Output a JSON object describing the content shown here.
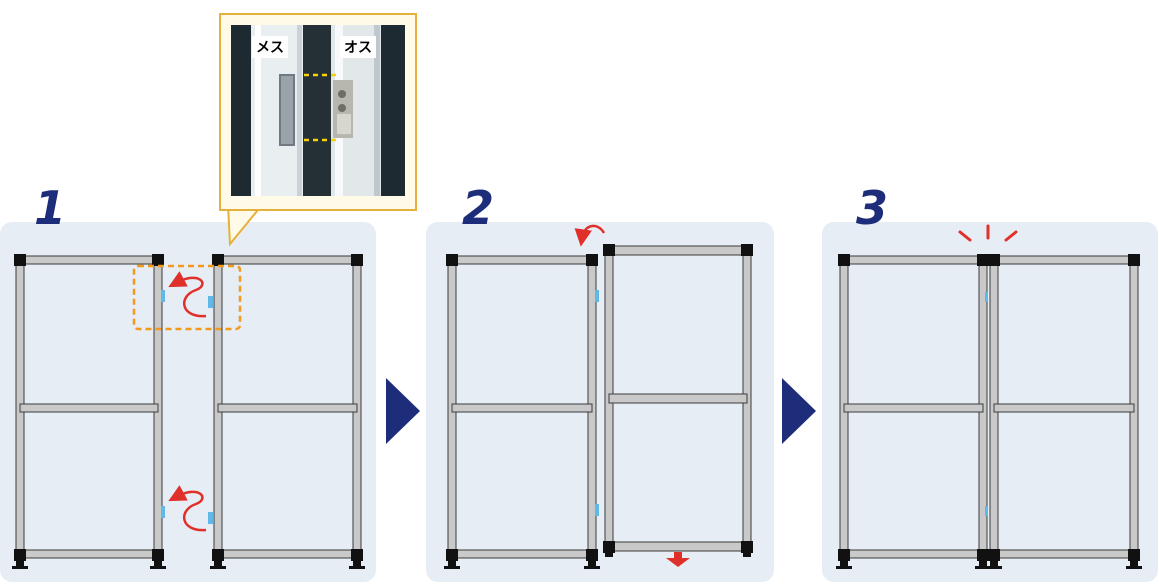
{
  "steps": [
    {
      "number": "1"
    },
    {
      "number": "2"
    },
    {
      "number": "3"
    }
  ],
  "inset_photo": {
    "labels": {
      "female": "メス",
      "male": "オス"
    }
  },
  "colors": {
    "panel_bg": "#e6edf5",
    "frame_fill": "#c9c9c9",
    "frame_stroke": "#3a3a3a",
    "joint": "#111111",
    "hinge": "#5fb8e6",
    "curve_arrow": "#e0302a",
    "highlight_box": "#f29a1e",
    "step_number": "#1d2d7a",
    "next_arrow": "#1d2d7a",
    "callout_border": "#e6b13a",
    "dashed_yellow": "#f5d20a"
  },
  "icons": {
    "next": "play-triangle-icon",
    "rotate": "curved-arrow-icon",
    "push_down": "down-arrow-icon",
    "click": "sparkle-lines-icon"
  }
}
